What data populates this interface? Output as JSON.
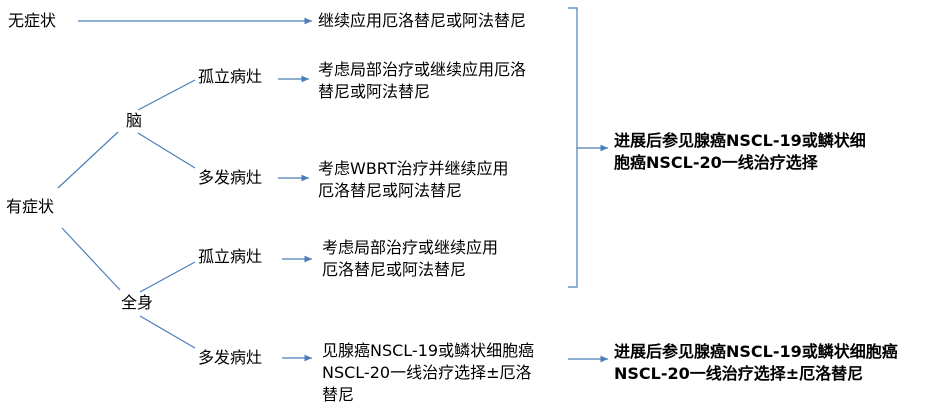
{
  "nodes": {
    "asymptomatic": "无症状",
    "symptomatic": "有症状",
    "brain": "脑",
    "systemic": "全身",
    "brain_isolated": "孤立病灶",
    "brain_multiple": "多发病灶",
    "sys_isolated": "孤立病灶",
    "sys_multiple": "多发病灶"
  },
  "actions": {
    "asymptomatic": "继续应用厄洛替尼或阿法替尼",
    "brain_isolated": "考虑局部治疗或继续应用厄洛\n替尼或阿法替尼",
    "brain_multiple": "考虑WBRT治疗并继续应用\n厄洛替尼或阿法替尼",
    "sys_isolated": "考虑局部治疗或继续应用\n厄洛替尼或阿法替尼",
    "sys_multiple": "见腺癌NSCL-19或鳞状细胞癌\nNSCL-20一线治疗选择±厄洛\n替尼"
  },
  "outcomes": {
    "progression_group": "进展后参见腺癌NSCL-19或鳞状细\n胞癌NSCL-20一线治疗选择",
    "progression_multiple": "进展后参见腺癌NSCL-19或鳞状细胞癌\nNSCL-20一线治疗选择±厄洛替尼"
  },
  "colors": {
    "line": "#4a7ebb",
    "text": "#000000"
  }
}
